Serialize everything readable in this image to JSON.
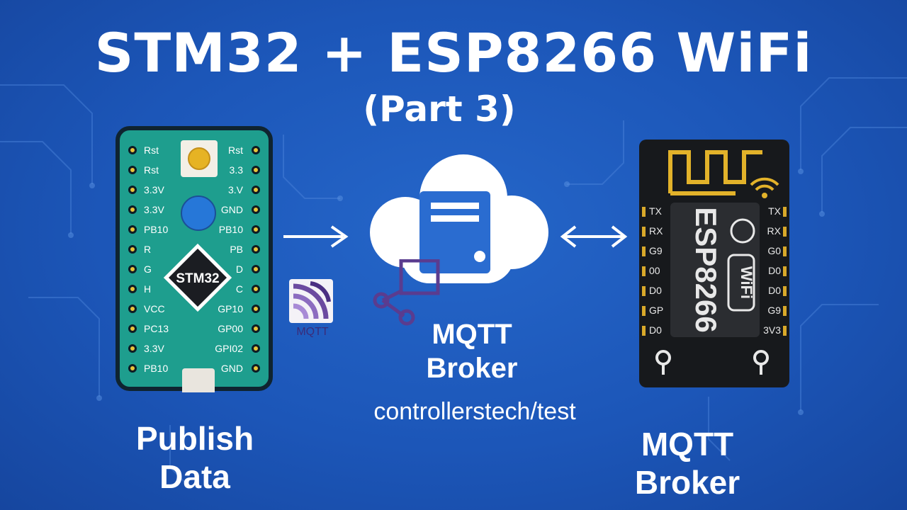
{
  "title": {
    "line1": "STM32 + ESP8266 WiFi",
    "line2": "(Part 3)"
  },
  "stm32": {
    "chip_label": "STM32",
    "left_pins": [
      "Rst",
      "Rst",
      "3.3V",
      "3.3V",
      "PB10",
      "R",
      "G",
      "H",
      "VCC",
      "PC13",
      "3.3V",
      "PB10"
    ],
    "right_pins": [
      "Rst",
      "3.3",
      "3.V",
      "GND",
      "PB10",
      "PB",
      "D",
      "C",
      "GP10",
      "GP00",
      "GPI02",
      "GND"
    ],
    "board_color": "#1e9e8e"
  },
  "mqtt_logo": {
    "text": "MQTT"
  },
  "cloud": {
    "label_line1": "MQTT",
    "label_line2": "Broker",
    "topic": "controllerstech/test"
  },
  "esp": {
    "chip_text": "ESP8266",
    "wifi_text": "WiFi",
    "left_pins": [
      "TX",
      "RX",
      "G9",
      "00",
      "D0",
      "GP",
      "D0"
    ],
    "right_pins": [
      "TX",
      "RX",
      "G0",
      "D0",
      "D0",
      "G9",
      "3V3"
    ]
  },
  "publish": {
    "line1": "Publish",
    "line2": "Data"
  },
  "broker_right": {
    "line1": "MQTT",
    "line2": "Broker"
  },
  "colors": {
    "background": "#1c56b8",
    "pin_gold": "#e7c43a",
    "mqtt_purple": "#5a3c8f"
  }
}
